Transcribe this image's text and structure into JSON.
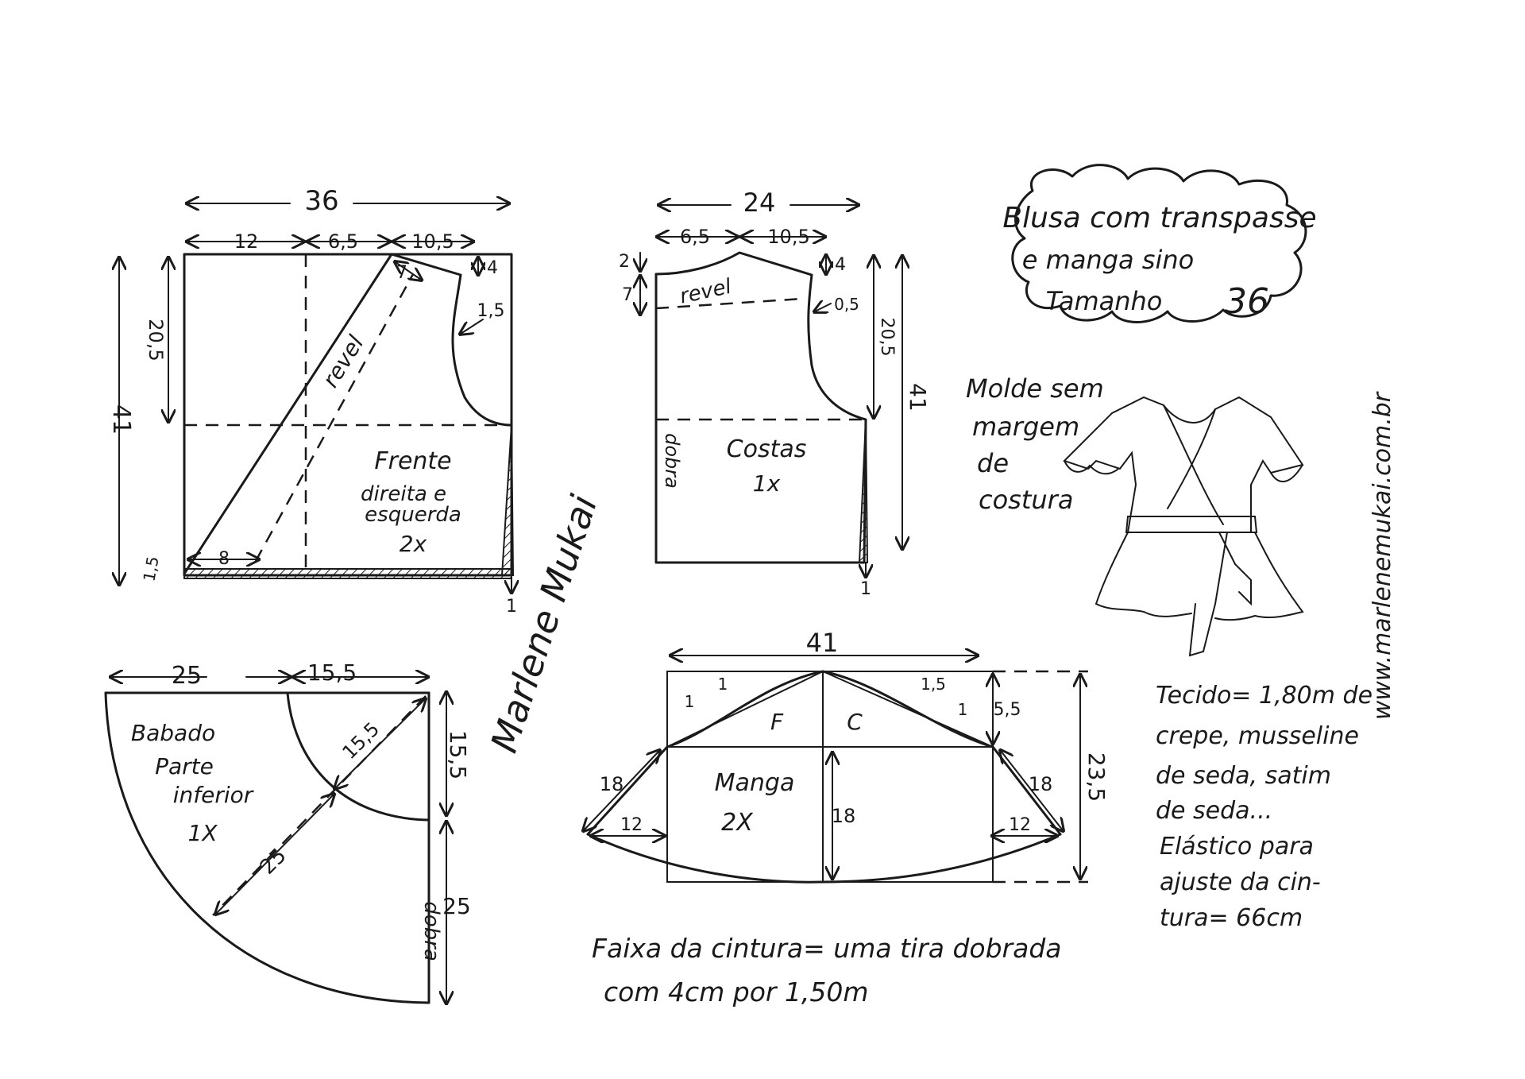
{
  "title": {
    "line1": "Blusa com transpasse",
    "line2": "e manga sino",
    "size_label": "Tamanho",
    "size_value": "36"
  },
  "note_seam": {
    "line1": "Molde sem",
    "line2": "margem",
    "line3": "de",
    "line4": "costura"
  },
  "website": "www.marlenemukai.com.br",
  "signature": "Marlene Mukai",
  "front": {
    "label1": "Frente",
    "label2": "direita e",
    "label3": "esquerda",
    "label4": "2x",
    "revel": "revel",
    "dims": {
      "total_width": "36",
      "seg1": "12",
      "seg2": "6,5",
      "seg3": "10,5",
      "height": "41",
      "armhole_height": "20,5",
      "shoulder_drop": "4",
      "neck": "7",
      "armhole_in": "1,5",
      "hem_rise": "1,5",
      "hem_width": "8",
      "side_extra": "1"
    }
  },
  "back": {
    "label1": "Costas",
    "label2": "1x",
    "revel": "revel",
    "fold": "dobra",
    "dims": {
      "total_width": "24",
      "seg1": "6,5",
      "seg2": "10,5",
      "neck_rise": "2",
      "neck_depth": "7",
      "shoulder_drop": "4",
      "armhole_in": "0,5",
      "armhole_height": "20,5",
      "height": "41",
      "side_extra": "1"
    }
  },
  "ruffle": {
    "label1": "Babado",
    "label2": "Parte",
    "label3": "inferior",
    "label4": "1X",
    "fold": "dobra",
    "dims": {
      "outer": "25",
      "inner": "15,5",
      "radius_inner": "15,5",
      "vertical_inner": "15,5",
      "diag_outer": "25",
      "vertical_outer": "25"
    }
  },
  "sleeve": {
    "label1": "Manga",
    "label2": "2X",
    "front_mark": "F",
    "back_mark": "C",
    "dims": {
      "width": "41",
      "height": "23,5",
      "cap_height": "5,5",
      "body_height": "18",
      "bell_side_left": "18",
      "bell_side_right": "18",
      "extension_left": "12",
      "extension_right": "12",
      "cap_in_left_a": "1",
      "cap_in_left_b": "1",
      "cap_out_right": "1,5",
      "cap_in_right": "1"
    }
  },
  "waistband": {
    "line1": "Faixa da cintura= uma tira dobrada",
    "line2": "com 4cm por 1,50m"
  },
  "fabric": {
    "line1": "Tecido= 1,80m de",
    "line2": "crepe, musseline",
    "line3": "de seda, satim",
    "line4": "de seda...",
    "line5": "Elástico para",
    "line6": "ajuste da cin-",
    "line7": "tura= 66cm"
  }
}
